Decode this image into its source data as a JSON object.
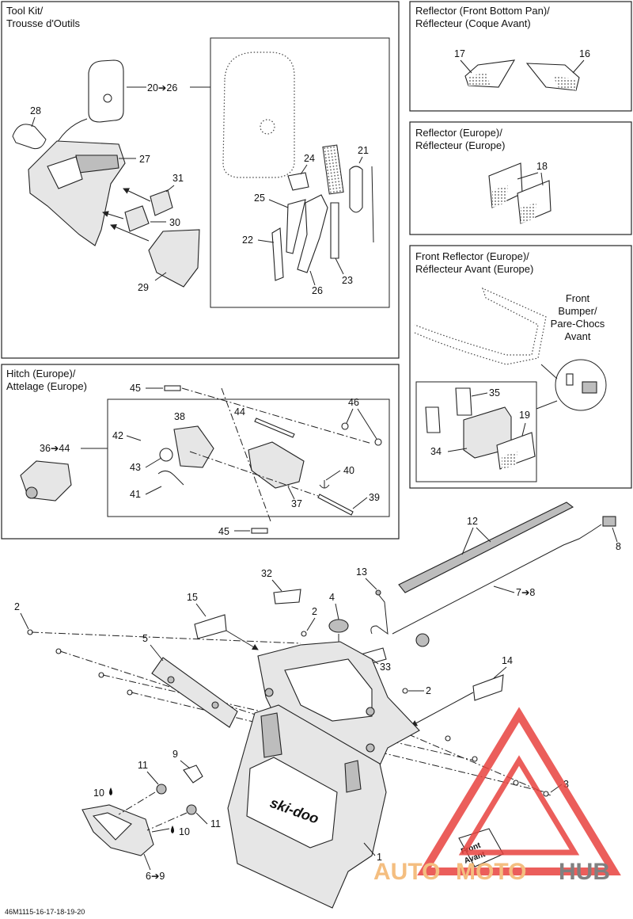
{
  "sections": {
    "tool_kit": {
      "title_en": "Tool Kit/",
      "title_fr": "Trousse d'Outils"
    },
    "reflector_front_bottom": {
      "title_en": "Reflector (Front Bottom Pan)/",
      "title_fr": "Réflecteur (Coque Avant)"
    },
    "reflector_europe": {
      "title_en": "Reflector (Europe)/",
      "title_fr": "Réflecteur (Europe)"
    },
    "front_reflector_europe": {
      "title_en": "Front Reflector (Europe)/",
      "title_fr": "Réflecteur Avant (Europe)",
      "bumper_label": [
        "Front",
        "Bumper/",
        "Pare-Chocs",
        "Avant"
      ]
    },
    "hitch_europe": {
      "title_en": "Hitch (Europe)/",
      "title_fr": "Attelage (Europe)"
    }
  },
  "callouts": {
    "c20_26": "20➔26",
    "c28": "28",
    "c27": "27",
    "c31": "31",
    "c30": "30",
    "c29": "29",
    "c24": "24",
    "c21": "21",
    "c25": "25",
    "c22": "22",
    "c23": "23",
    "c26": "26",
    "c17": "17",
    "c16": "16",
    "c18": "18",
    "c35": "35",
    "c19": "19",
    "c34": "34",
    "c45a": "45",
    "c46": "46",
    "c44": "44",
    "c38": "38",
    "c42": "42",
    "c36_44": "36➔44",
    "c43": "43",
    "c40": "40",
    "c41": "41",
    "c39": "39",
    "c37": "37",
    "c45b": "45",
    "c12": "12",
    "c8": "8",
    "c32": "32",
    "c13": "13",
    "c15": "15",
    "c4": "4",
    "c7_8": "7➔8",
    "c2a": "2",
    "c2b": "2",
    "c2c": "2",
    "c5": "5",
    "c33": "33",
    "c14": "14",
    "c9": "9",
    "c11a": "11",
    "c11b": "11",
    "c10a": "10",
    "c10b": "10",
    "c3": "3",
    "c1": "1",
    "c6_9": "6➔9"
  },
  "stickers": {
    "brand": "ski-doo",
    "front_en": "Front",
    "front_fr": "Avant"
  },
  "watermark": {
    "text_a": "AUTO",
    "text_b": "MOTO",
    "text_c": "HUB"
  },
  "footer": {
    "doc_code": "46M1115-16-17-18-19-20"
  },
  "colors": {
    "watermark_orange": "#f3b36b",
    "watermark_red": "#e8433f",
    "watermark_gray": "#6b6b6b"
  }
}
